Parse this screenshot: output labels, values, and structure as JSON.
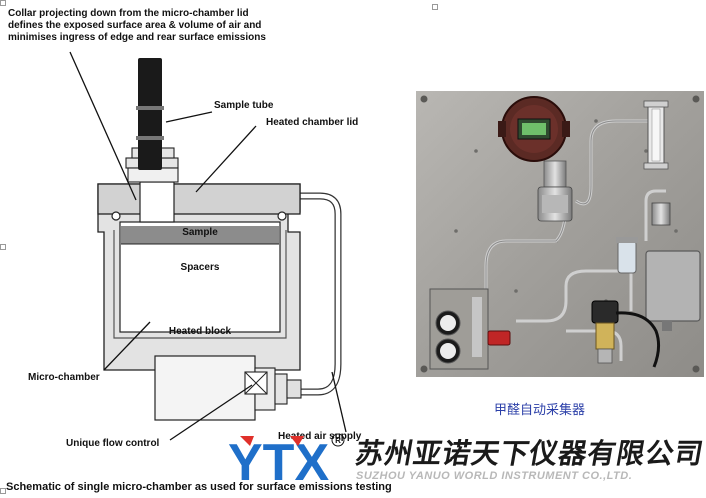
{
  "schematic": {
    "collar_note_line1": "Collar projecting down from the micro-chamber lid",
    "collar_note_line2": "defines the exposed surface area & volume of air and",
    "collar_note_line3": "minimises ingress of edge and rear surface emissions",
    "sample_tube": "Sample tube",
    "heated_chamber_lid": "Heated chamber lid",
    "sample": "Sample",
    "spacers": "Spacers",
    "heated_block": "Heated block",
    "micro_chamber": "Micro-chamber",
    "unique_flow_control": "Unique flow control",
    "heated_air_supply": "Heated air supply",
    "caption": "Schematic of single micro-chamber as used for surface emissions testing"
  },
  "photo_caption": "甲醛自动采集器",
  "logo": {
    "text": "YTX",
    "color_primary": "#1f6fc9",
    "color_accent": "#e0302a"
  },
  "company": {
    "name_cn": "苏州亚诺天下仪器有限公司",
    "name_en": "SUZHOU YANUO WORLD INSTRUMENT CO.,LTD."
  }
}
